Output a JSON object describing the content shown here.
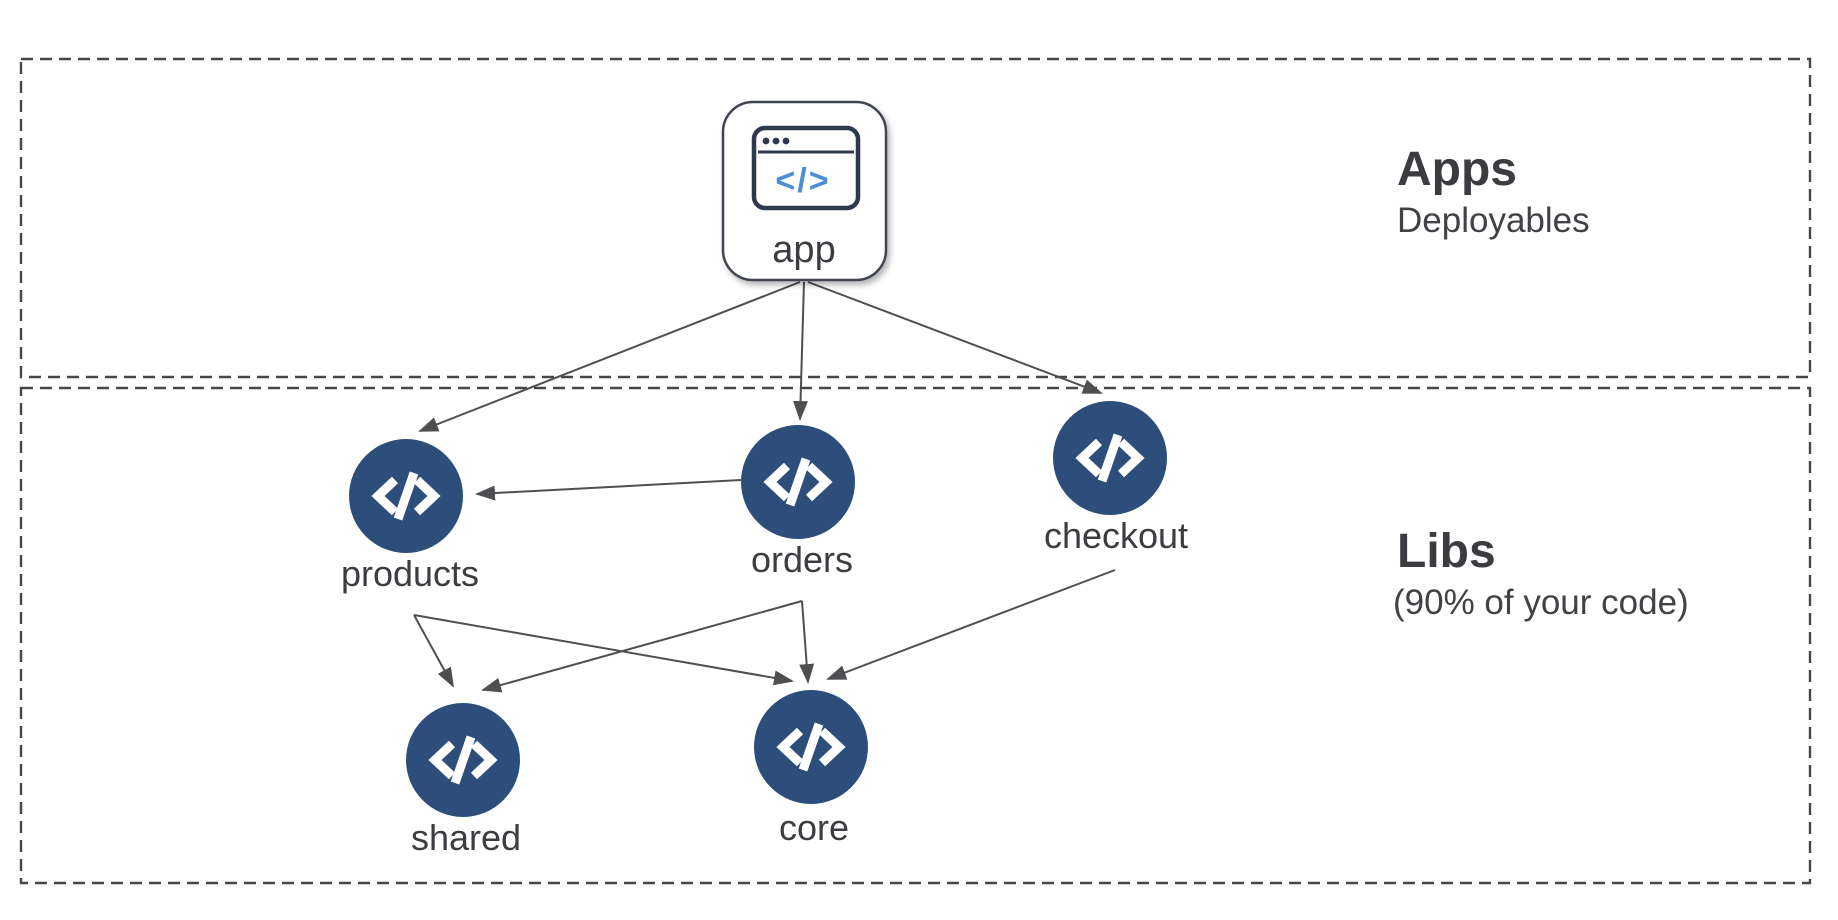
{
  "diagram": {
    "sections": {
      "apps": {
        "title": "Apps",
        "subtitle": "Deployables"
      },
      "libs": {
        "title": "Libs",
        "subtitle": "(90% of your code)"
      }
    },
    "nodes": {
      "app": {
        "label": "app",
        "type": "application",
        "icon": "browser-window-code-icon"
      },
      "products": {
        "label": "products",
        "type": "library",
        "icon": "code-icon"
      },
      "orders": {
        "label": "orders",
        "type": "library",
        "icon": "code-icon"
      },
      "checkout": {
        "label": "checkout",
        "type": "library",
        "icon": "code-icon"
      },
      "shared": {
        "label": "shared",
        "type": "library",
        "icon": "code-icon"
      },
      "core": {
        "label": "core",
        "type": "library",
        "icon": "code-icon"
      }
    },
    "edges": [
      {
        "from": "app",
        "to": "products"
      },
      {
        "from": "app",
        "to": "orders"
      },
      {
        "from": "app",
        "to": "checkout"
      },
      {
        "from": "orders",
        "to": "products"
      },
      {
        "from": "products",
        "to": "shared"
      },
      {
        "from": "products",
        "to": "core"
      },
      {
        "from": "orders",
        "to": "shared"
      },
      {
        "from": "orders",
        "to": "core"
      },
      {
        "from": "checkout",
        "to": "core"
      }
    ],
    "icons": {
      "code_glyph": "</>"
    },
    "colors": {
      "node_fill": "#2d4e7b",
      "edge": "#4f4f52",
      "dashed_border": "#47474a",
      "text": "#3c3c41",
      "icon_navy": "#2d3a4e",
      "icon_blue": "#4a8ed5",
      "background": "#ffffff"
    }
  }
}
